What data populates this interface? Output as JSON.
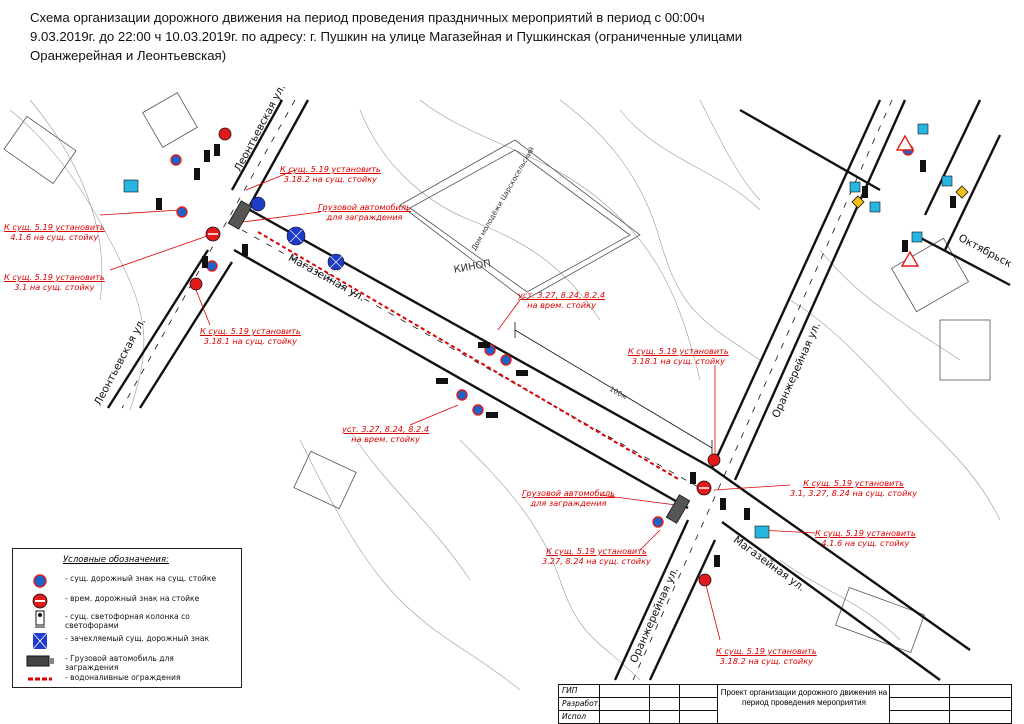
{
  "title": "Схема организации дорожного движения на период проведения праздничных мероприятий в период с 00:00ч 9.03.2019г. до 22:00 ч 10.03.2019г. по адресу: г. Пушкин на улице Магазейная и Пушкинская (ограниченные улицами Оранжерейная и Леонтьевская)",
  "streets": {
    "leont_top": "Леонтьевская ул.",
    "leont_bottom": "Леонтьевская ул.",
    "magaz_1": "Магазейная ул.",
    "magaz_2": "Магазейная ул.",
    "oranzh_top": "Оранжерейная ул.",
    "oranzh_bottom": "Оранжерейная ул.",
    "oktyabr": "Октябрьск"
  },
  "building": "Дом молодёжи Царскосельский",
  "kinop": "КИНОП",
  "distance": "100м",
  "annotations": [
    {
      "l1": "К сущ. 5.19 установить",
      "l2": "3.18.2 на сущ. стойку"
    },
    {
      "l1": "Грузовой автомобиль",
      "l2": "для заграждения"
    },
    {
      "l1": "К сущ. 5.19 установить",
      "l2": "4.1.6 на сущ. стойку"
    },
    {
      "l1": "К сущ. 5.19 установить",
      "l2": "3.1 на сущ. стойку"
    },
    {
      "l1": "К сущ. 5.19 установить",
      "l2": "3.18.1 на сущ. стойку"
    },
    {
      "l1": "уст. 3.27, 8.24, 8.2.4",
      "l2": "на врем. стойку"
    },
    {
      "l1": "К сущ. 5.19 установить",
      "l2": "3.18.1 на сущ. стойку"
    },
    {
      "l1": "уст. 3.27, 8.24, 8.2.4",
      "l2": "на врем. стойку"
    },
    {
      "l1": "Грузовой автомобиль",
      "l2": "для заграждения"
    },
    {
      "l1": "К сущ. 5.19 установить",
      "l2": "3.1, 3.27, 8.24 на сущ. стойку"
    },
    {
      "l1": "К сущ. 5.19 установить",
      "l2": "4.1.6 на сущ. стойку"
    },
    {
      "l1": "К сущ. 5.19 установить",
      "l2": "3.27, 8.24 на сущ. стойку"
    },
    {
      "l1": "К сущ. 5.19 установить",
      "l2": "3.18.2 на сущ. стойку"
    }
  ],
  "legend": {
    "title": "Условные обозначения:",
    "items": [
      {
        "text": "- сущ. дорожный знак на сущ. стойке",
        "icon": "existing-sign-icon"
      },
      {
        "text": "- врем. дорожный знак на стойке",
        "icon": "temporary-sign-icon"
      },
      {
        "text": "- сущ. светофорная колонка со светофорами",
        "icon": "traffic-light-icon"
      },
      {
        "text": "- зачехляемый сущ. дорожный знак",
        "icon": "covered-sign-icon"
      },
      {
        "text": "- Грузовой автомобиль для заграждения",
        "icon": "truck-icon"
      },
      {
        "text": "- водоналивные ограждения",
        "icon": "water-barrier-icon"
      }
    ]
  },
  "stamp": {
    "gip": "ГИП",
    "razrab": "Разработ.",
    "ispol": "Испол",
    "project": "Проект организации дорожного движения на период проведения мероприятия"
  },
  "colors": {
    "annotation": "#dd0000",
    "sign_blue": "#1e64c8",
    "sign_red": "#e11b1b",
    "cyan": "#28b4e0",
    "road": "#111111"
  }
}
